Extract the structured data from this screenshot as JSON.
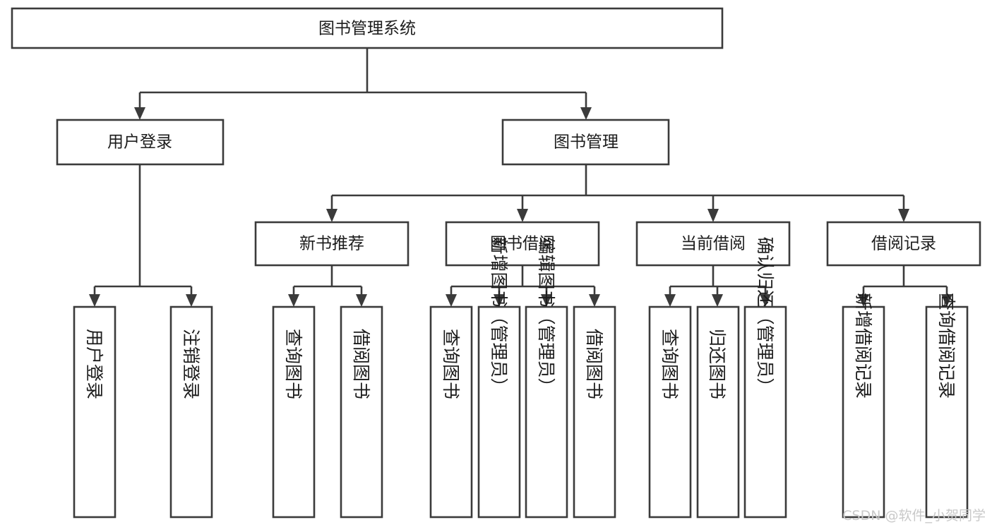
{
  "diagram": {
    "title": "图书管理系统",
    "root": {
      "label": "图书管理系统"
    },
    "level2": [
      {
        "label": "用户登录"
      },
      {
        "label": "图书管理"
      }
    ],
    "level3": [
      {
        "label": "新书推荐"
      },
      {
        "label": "图书借阅"
      },
      {
        "label": "当前借阅"
      },
      {
        "label": "借阅记录"
      }
    ],
    "leaves": {
      "user_login": [
        {
          "label": "用户登录"
        },
        {
          "label": "注销登录"
        }
      ],
      "new_book_recommend": [
        {
          "label": "查询图书"
        },
        {
          "label": "借阅图书"
        }
      ],
      "book_borrow": [
        {
          "label": "查询图书"
        },
        {
          "label": "新增图书（管理员）"
        },
        {
          "label": "编辑图书（管理员）"
        },
        {
          "label": "借阅图书"
        }
      ],
      "current_borrow": [
        {
          "label": "查询图书"
        },
        {
          "label": "归还图书"
        },
        {
          "label": "确认归还（管理员）"
        }
      ],
      "borrow_record": [
        {
          "label": "新增借阅记录"
        },
        {
          "label": "查询借阅记录"
        }
      ]
    },
    "colors": {
      "box_stroke": "#3b3b3b",
      "box_fill": "#ffffff",
      "text": "#1c1c1c",
      "watermark": "#c9c9c9",
      "background": "#ffffff"
    }
  },
  "watermark": {
    "text": "CSDN @软件_小贺同学"
  }
}
